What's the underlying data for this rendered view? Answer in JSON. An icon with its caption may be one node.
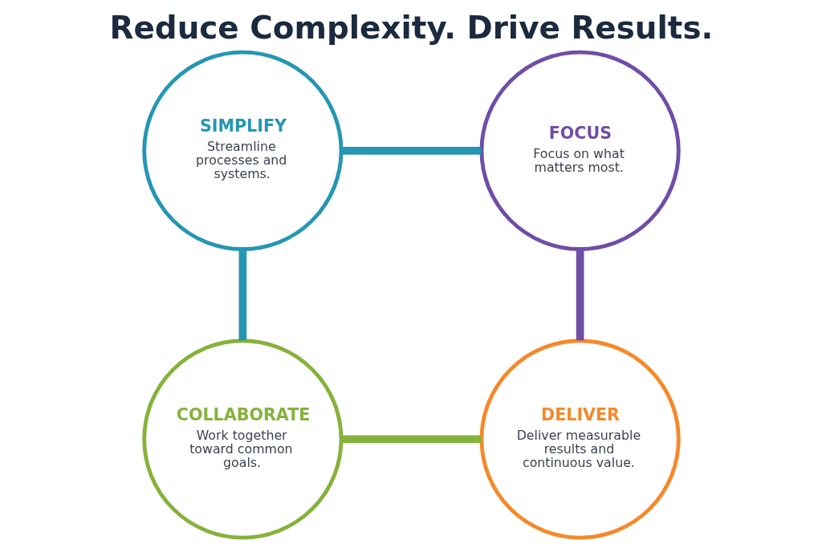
{
  "diagram": {
    "title": "Reduce Complexity. Drive Results.",
    "nodes": [
      {
        "text": [
          "SIMPLIFY",
          "Streamline processes and systems."
        ]
      },
      {
        "text": [
          "FOCUS",
          "Focus on what matters most."
        ]
      },
      {
        "text": [
          "COLLABORATE",
          "Work together toward common goals."
        ]
      },
      {
        "text": [
          "DELIVER",
          "Deliver measurable results and continuous value."
        ]
      }
    ],
    "edges": [
      {
        "from": 0,
        "to": 1,
        "arrow": "none",
        "color": "#2596b3"
      },
      {
        "from": 1,
        "to": 3,
        "arrow": "none",
        "color": "#6f4ea6"
      },
      {
        "from": 2,
        "to": 3,
        "arrow": "none",
        "color": "#86b23b"
      },
      {
        "from": 0,
        "to": 2,
        "arrow": "none",
        "color": "#2596b3"
      }
    ]
  }
}
